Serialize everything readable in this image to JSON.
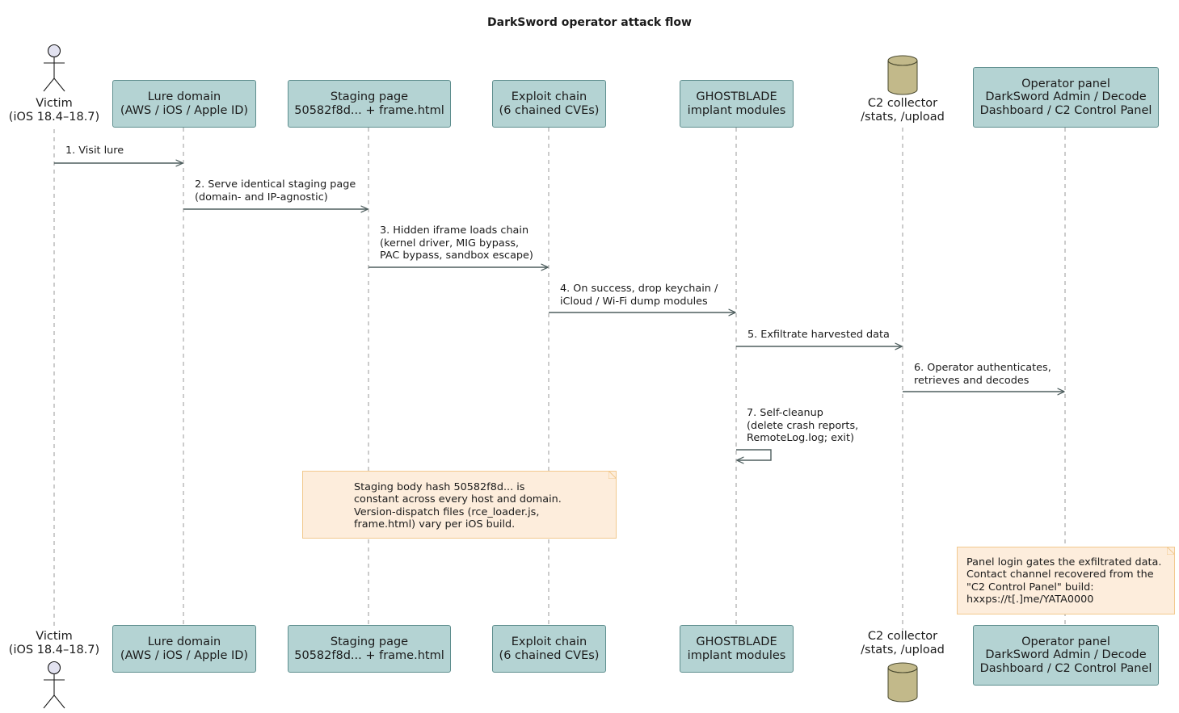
{
  "title": "DarkSword operator attack flow",
  "participants": [
    {
      "id": "victim",
      "kind": "actor",
      "lines": [
        "Victim",
        "(iOS 18.4–18.7)"
      ]
    },
    {
      "id": "lure",
      "kind": "box",
      "lines": [
        "Lure domain",
        "(AWS / iOS / Apple ID)"
      ]
    },
    {
      "id": "staging",
      "kind": "box",
      "lines": [
        "Staging page",
        "50582f8d... + frame.html"
      ]
    },
    {
      "id": "exploit",
      "kind": "box",
      "lines": [
        "Exploit chain",
        "(6 chained CVEs)"
      ]
    },
    {
      "id": "ghostblade",
      "kind": "box",
      "lines": [
        "GHOSTBLADE",
        "implant modules"
      ]
    },
    {
      "id": "c2",
      "kind": "database",
      "lines": [
        "C2 collector",
        "/stats, /upload"
      ]
    },
    {
      "id": "panel",
      "kind": "box",
      "lines": [
        "Operator panel",
        "DarkSword Admin / Decode",
        "Dashboard / C2 Control Panel"
      ]
    }
  ],
  "messages": [
    {
      "from": "victim",
      "to": "lure",
      "lines": [
        "1. Visit lure"
      ]
    },
    {
      "from": "lure",
      "to": "staging",
      "lines": [
        "2. Serve identical staging page",
        "(domain- and IP-agnostic)"
      ]
    },
    {
      "from": "staging",
      "to": "exploit",
      "lines": [
        "3. Hidden iframe loads chain",
        "(kernel driver, MIG bypass,",
        "PAC bypass, sandbox escape)"
      ]
    },
    {
      "from": "exploit",
      "to": "ghostblade",
      "lines": [
        "4. On success, drop keychain /",
        "iCloud / Wi-Fi dump modules"
      ]
    },
    {
      "from": "ghostblade",
      "to": "c2",
      "lines": [
        "5. Exfiltrate harvested data"
      ]
    },
    {
      "from": "c2",
      "to": "panel",
      "lines": [
        "6. Operator authenticates,",
        "retrieves and decodes"
      ]
    },
    {
      "from": "ghostblade",
      "to": "ghostblade",
      "lines": [
        "7. Self-cleanup",
        "(delete crash reports,",
        "RemoteLog.log; exit)"
      ]
    }
  ],
  "notes": [
    {
      "over": "staging-exploit",
      "lines": [
        "Staging body hash 50582f8d... is",
        "constant across every host and domain.",
        "Version-dispatch files (rce_loader.js,",
        "frame.html) vary per iOS build."
      ]
    },
    {
      "over": "panel",
      "lines": [
        "Panel login gates the exfiltrated data.",
        "Contact channel recovered from the",
        "\"C2 Control Panel\" build:",
        "hxxps://t[.]me/YATA0000"
      ]
    }
  ],
  "colors": {
    "participant_fill": "#b4d3d3",
    "participant_border": "#5e8e8e",
    "actor_fill": "#e2e2f0",
    "database_fill": "#c2b98a",
    "note_fill": "#fdeddc",
    "note_border": "#f2c98e",
    "arrow": "#4e5e5e",
    "lifeline": "#9a9a9a"
  }
}
